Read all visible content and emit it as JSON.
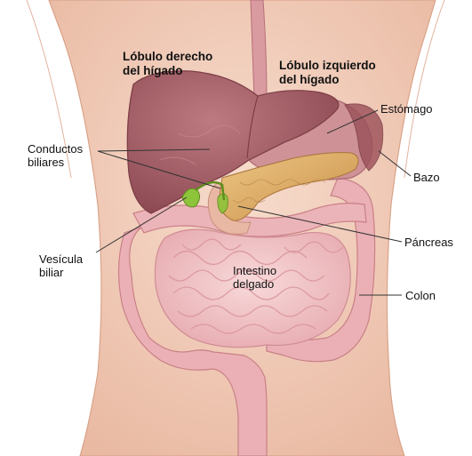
{
  "labels": {
    "right_lobe": "Lóbulo derecho\ndel hígado",
    "left_lobe": "Lóbulo izquierdo\ndel hígado",
    "stomach": "Estómago",
    "bile_ducts": "Conductos\nbiliares",
    "spleen": "Bazo",
    "pancreas": "Páncreas",
    "gallbladder": "Vesícula\nbiliar",
    "small_intestine": "Intestino\ndelgado",
    "colon": "Colon"
  },
  "colors": {
    "skin": "#f2cdb8",
    "liver": "#a85e66",
    "stomach": "#c98a8f",
    "pancreas": "#e0b068",
    "intestine": "#f0c2c5",
    "colon": "#e9aeb3",
    "gallbladder": "#8ec43a",
    "leader_line": "#333333"
  }
}
